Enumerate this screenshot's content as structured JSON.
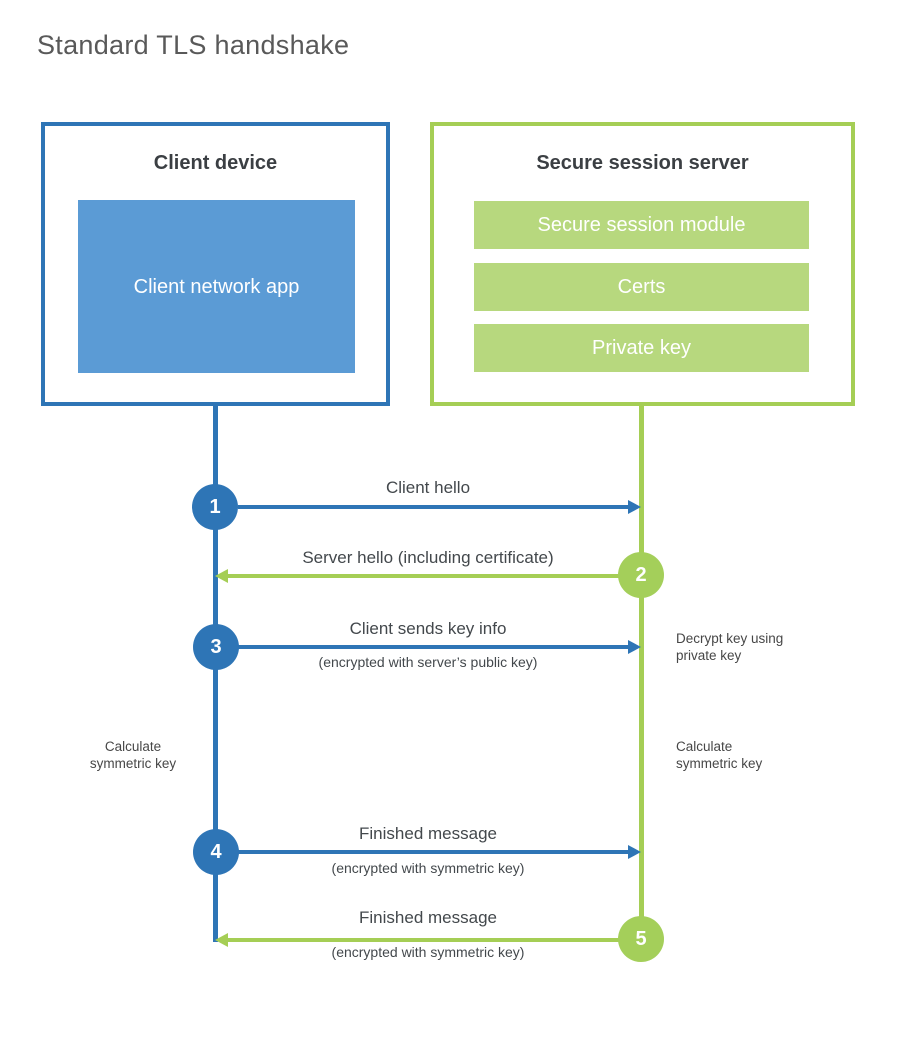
{
  "title": "Standard TLS handshake",
  "colors": {
    "blue_accent": "#2e75b6",
    "blue_light": "#5b9bd5",
    "green_accent": "#a5ce55",
    "green_light": "#b7d87e",
    "text_dark": "#43484c",
    "title_gray": "#595959"
  },
  "client": {
    "title": "Client device",
    "app_label": "Client network app"
  },
  "server": {
    "title": "Secure session server",
    "modules": [
      "Secure session module",
      "Certs",
      "Private key"
    ]
  },
  "steps": [
    {
      "number": "1",
      "from": "client",
      "to": "server",
      "label": "Client hello",
      "sublabel": ""
    },
    {
      "number": "2",
      "from": "server",
      "to": "client",
      "label": "Server hello (including certificate)",
      "sublabel": ""
    },
    {
      "number": "3",
      "from": "client",
      "to": "server",
      "label": "Client sends key info",
      "sublabel": "(encrypted with server’s public key)"
    },
    {
      "number": "4",
      "from": "client",
      "to": "server",
      "label": "Finished message",
      "sublabel": "(encrypted with symmetric key)"
    },
    {
      "number": "5",
      "from": "server",
      "to": "client",
      "label": "Finished message",
      "sublabel": "(encrypted with symmetric key)"
    }
  ],
  "notes": {
    "decrypt": "Decrypt key using private key",
    "calc_client": "Calculate symmetric key",
    "calc_server": "Calculate symmetric key"
  }
}
